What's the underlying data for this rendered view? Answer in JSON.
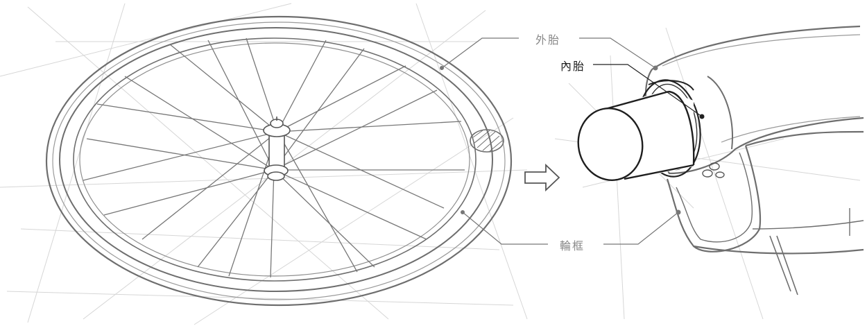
{
  "labels": {
    "outer_tire": "外胎",
    "inner_tube": "內胎",
    "rim": "輪框"
  },
  "colors": {
    "background": "#ffffff",
    "sketch_line": "#6e6e6e",
    "light_line": "#cfcfcf",
    "label_grey": "#8a8a8a",
    "label_dark": "#1e1e1e"
  },
  "icons": {
    "arrow": "right-arrow-icon"
  }
}
